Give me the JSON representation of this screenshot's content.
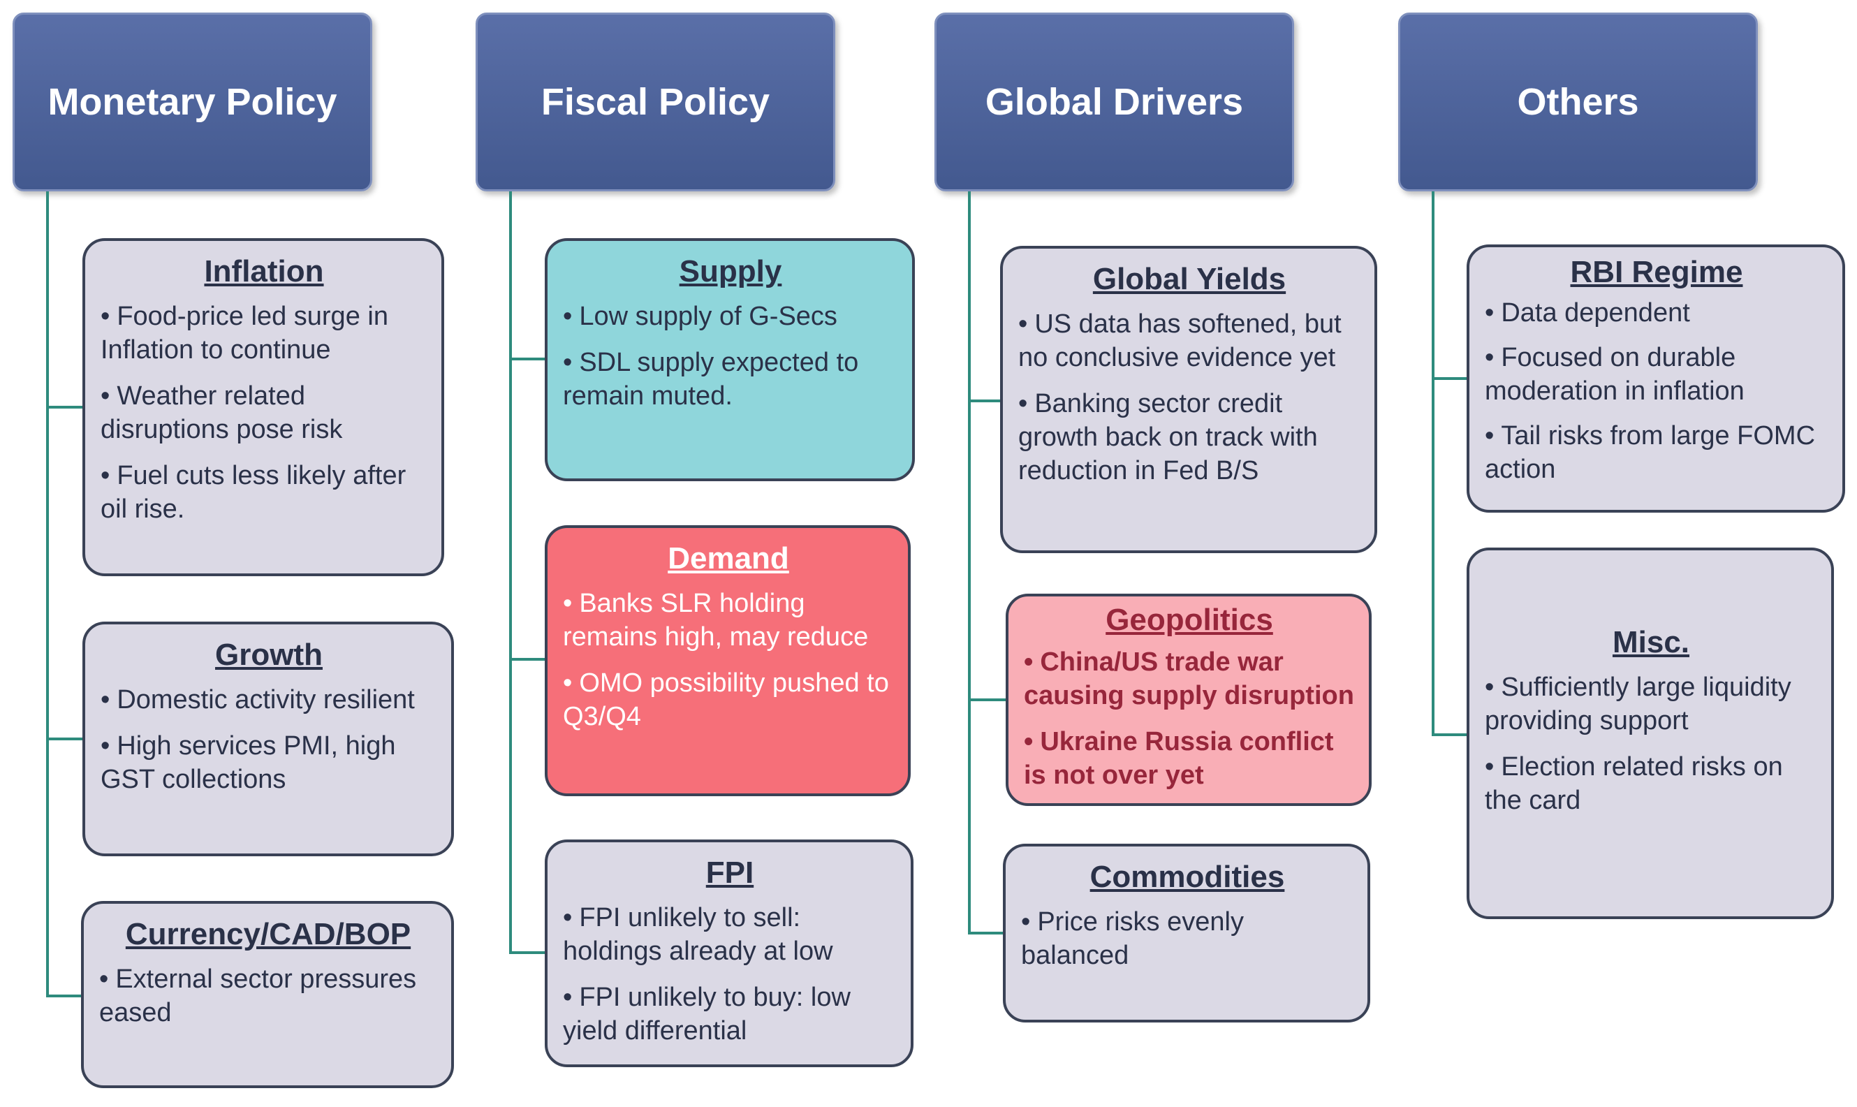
{
  "columns": [
    {
      "title": "Monetary Policy",
      "cards": [
        {
          "title": "Inflation",
          "bullets": [
            "Food-price led surge in Inflation to continue",
            "Weather related disruptions pose risk",
            "Fuel cuts less likely after oil rise."
          ]
        },
        {
          "title": "Growth",
          "bullets": [
            "Domestic activity resilient",
            "High services PMI, high GST collections"
          ]
        },
        {
          "title": "Currency/CAD/BOP",
          "bullets": [
            "External sector pressures eased"
          ]
        }
      ]
    },
    {
      "title": "Fiscal Policy",
      "cards": [
        {
          "title": "Supply",
          "bullets": [
            "Low supply of G-Secs",
            "SDL supply expected to remain muted."
          ]
        },
        {
          "title": "Demand",
          "bullets": [
            "Banks SLR holding remains high, may reduce",
            "OMO possibility pushed to Q3/Q4"
          ]
        },
        {
          "title": "FPI",
          "bullets": [
            "FPI unlikely to sell: holdings already at low",
            "FPI unlikely to buy:  low yield differential"
          ]
        }
      ]
    },
    {
      "title": "Global Drivers",
      "cards": [
        {
          "title": "Global Yields",
          "bullets": [
            "US data has softened, but no conclusive evidence yet",
            "Banking sector credit growth back on track with reduction in Fed B/S"
          ]
        },
        {
          "title": "Geopolitics",
          "bullets": [
            "China/US trade war causing supply disruption",
            "Ukraine Russia conflict is not over yet"
          ]
        },
        {
          "title": "Commodities",
          "bullets": [
            "Price risks evenly balanced"
          ]
        }
      ]
    },
    {
      "title": "Others",
      "cards": [
        {
          "title": "RBI Regime",
          "bullets": [
            "Data dependent",
            "Focused on durable moderation in inflation",
            "Tail risks from large FOMC action"
          ]
        },
        {
          "title": "Misc.",
          "bullets": [
            "Sufficiently large liquidity providing support",
            "Election related risks on the card"
          ]
        }
      ]
    }
  ],
  "colors": {
    "header": "#4a5f96",
    "connector": "#2e8b7d",
    "card_default": "#dbd9e5",
    "supply": "#8fd6db",
    "demand": "#f66f79",
    "geopolitics": "#f9aeb6"
  }
}
